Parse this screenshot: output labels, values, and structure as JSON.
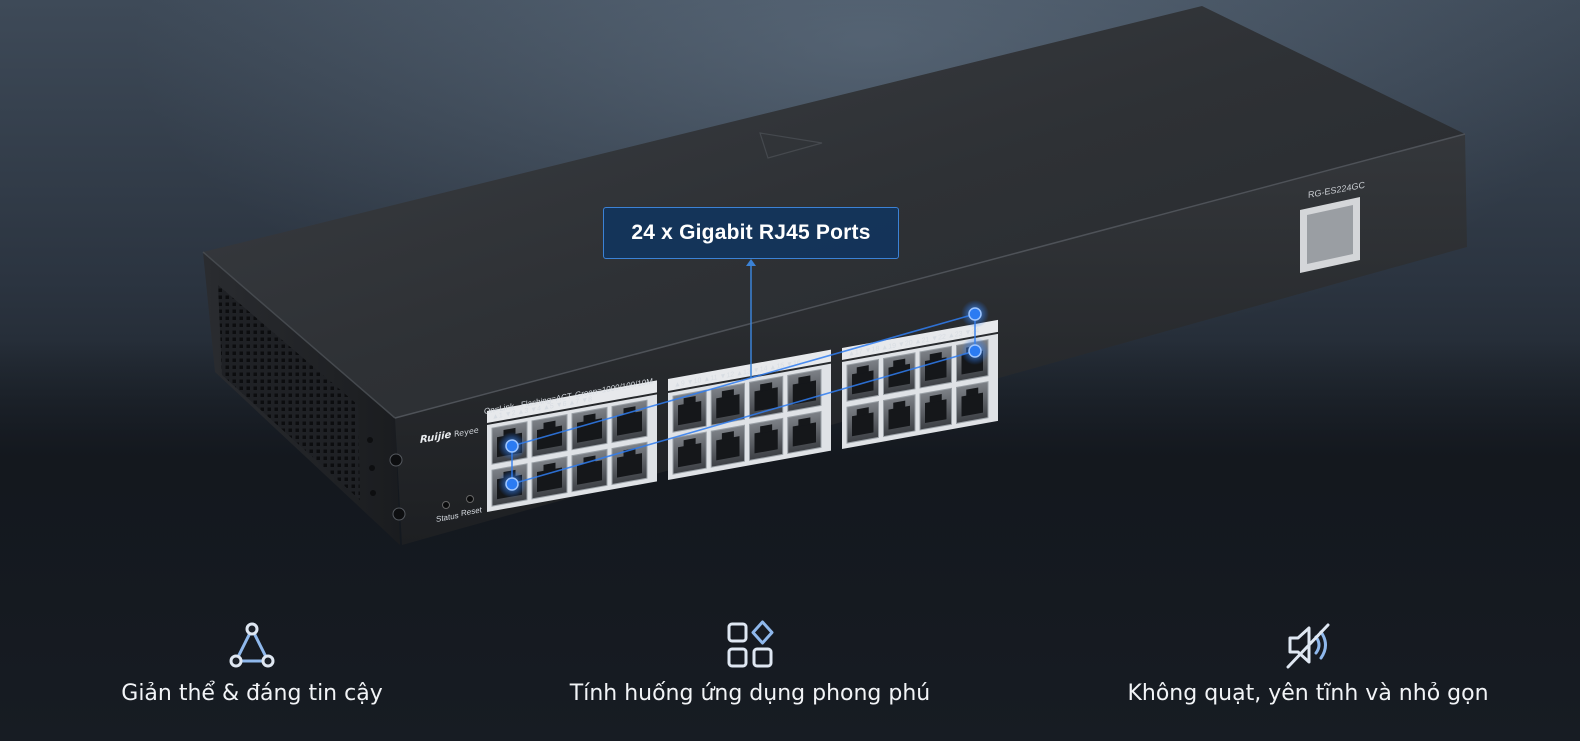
{
  "product": {
    "model": "RG-ES224GC",
    "brand_left": "Ruijie",
    "brand_right": "Reyee",
    "led_legend": {
      "link": "On=Link",
      "activity": "Flashing=ACT",
      "speed": "Green=1000/100/10M"
    },
    "buttons": {
      "status": "Status",
      "reset": "Reset"
    },
    "port_groups": [
      "▲1  ▼2  ▲3  ▼4  ▲5  ▼6  ▲7  ▼8",
      "▲9  ▼10  ▲11  ▼12  ▲13  ▼14  ▲15  ▼16",
      "▲17  ▼18  ▲19  ▼20  ▲21  ▼22  ▲23  ▼24"
    ]
  },
  "callout": {
    "text": "24 x Gigabit RJ45 Ports"
  },
  "features": [
    {
      "icon": "network-triangle-icon",
      "label": "Giản thể & đáng tin cậy"
    },
    {
      "icon": "apps-grid-icon",
      "label": "Tính huống ứng  dụng phong phú"
    },
    {
      "icon": "mute-speaker-icon",
      "label": "Không quạt, yên tĩnh và nhỏ gọn"
    }
  ],
  "colors": {
    "accent": "#3b82d6",
    "highlight_dot": "#1e6ff0",
    "text": "#f2f4f7"
  }
}
